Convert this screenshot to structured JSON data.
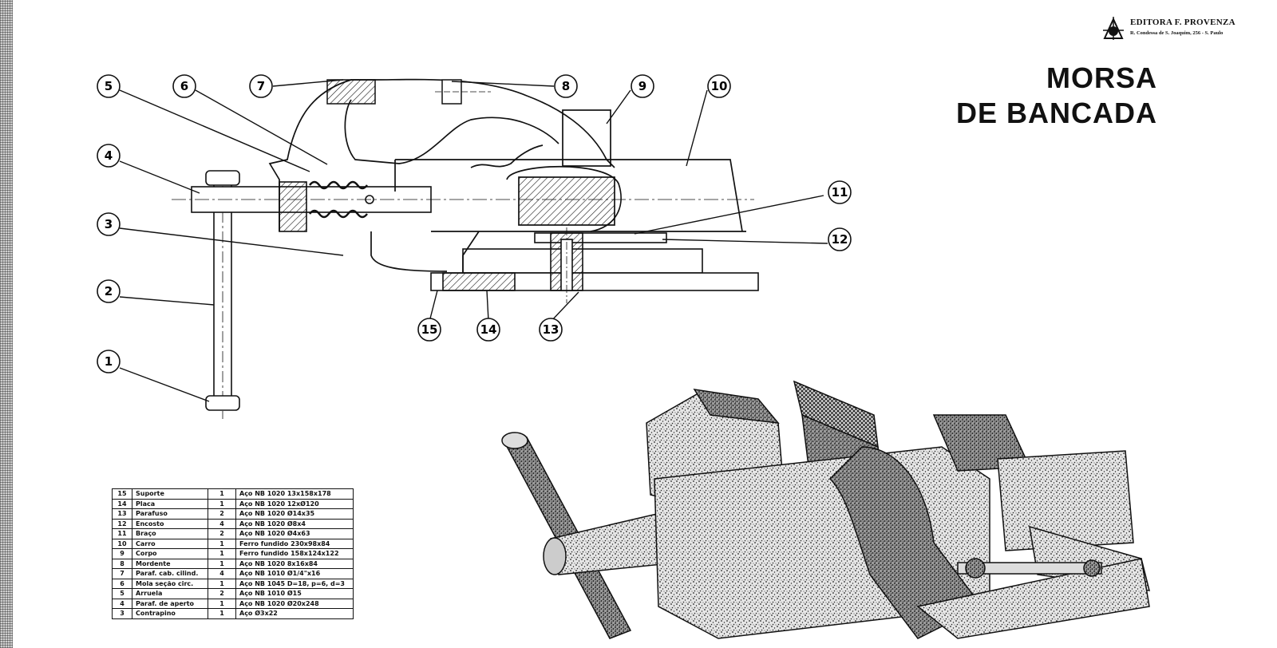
{
  "publisher": {
    "name": "EDITORA  F. PROVENZA",
    "address": "R. Condessa de S. Joaquim, 256 - S. Paulo"
  },
  "title": {
    "line1": "MORSA",
    "line2": "DE BANCADA"
  },
  "callouts": [
    "1",
    "2",
    "3",
    "4",
    "5",
    "6",
    "7",
    "8",
    "9",
    "10",
    "11",
    "12",
    "13",
    "14",
    "15"
  ],
  "parts_table": {
    "rows": [
      {
        "num": "15",
        "name": "Suporte",
        "qty": "1",
        "material": "Aço NB 1020 13x158x178"
      },
      {
        "num": "14",
        "name": "Placa",
        "qty": "1",
        "material": "Aço NB 1020 12xØ120"
      },
      {
        "num": "13",
        "name": "Parafuso",
        "qty": "2",
        "material": "Aço NB 1020 Ø14x35"
      },
      {
        "num": "12",
        "name": "Encosto",
        "qty": "4",
        "material": "Aço NB 1020 Ø8x4"
      },
      {
        "num": "11",
        "name": "Braço",
        "qty": "2",
        "material": "Aço NB 1020 Ø4x63"
      },
      {
        "num": "10",
        "name": "Carro",
        "qty": "1",
        "material": "Ferro fundido 230x98x84"
      },
      {
        "num": "9",
        "name": "Corpo",
        "qty": "1",
        "material": "Ferro fundido 158x124x122"
      },
      {
        "num": "8",
        "name": "Mordente",
        "qty": "1",
        "material": "Aço NB 1020 8x16x84"
      },
      {
        "num": "7",
        "name": "Paraf. cab. cilind.",
        "qty": "4",
        "material": "Aço NB 1010 Ø1/4\"x16"
      },
      {
        "num": "6",
        "name": "Mola seção circ.",
        "qty": "1",
        "material": "Aço NB 1045 D=18, p=6, d=3"
      },
      {
        "num": "5",
        "name": "Arruela",
        "qty": "2",
        "material": "Aço NB 1010 Ø15"
      },
      {
        "num": "4",
        "name": "Paraf. de aperto",
        "qty": "1",
        "material": "Aço NB 1020 Ø20x248"
      },
      {
        "num": "3",
        "name": "Contrapino",
        "qty": "1",
        "material": "Aço Ø3x22"
      }
    ]
  },
  "icons": {
    "publisher_logo": "publisher-logo-icon"
  }
}
